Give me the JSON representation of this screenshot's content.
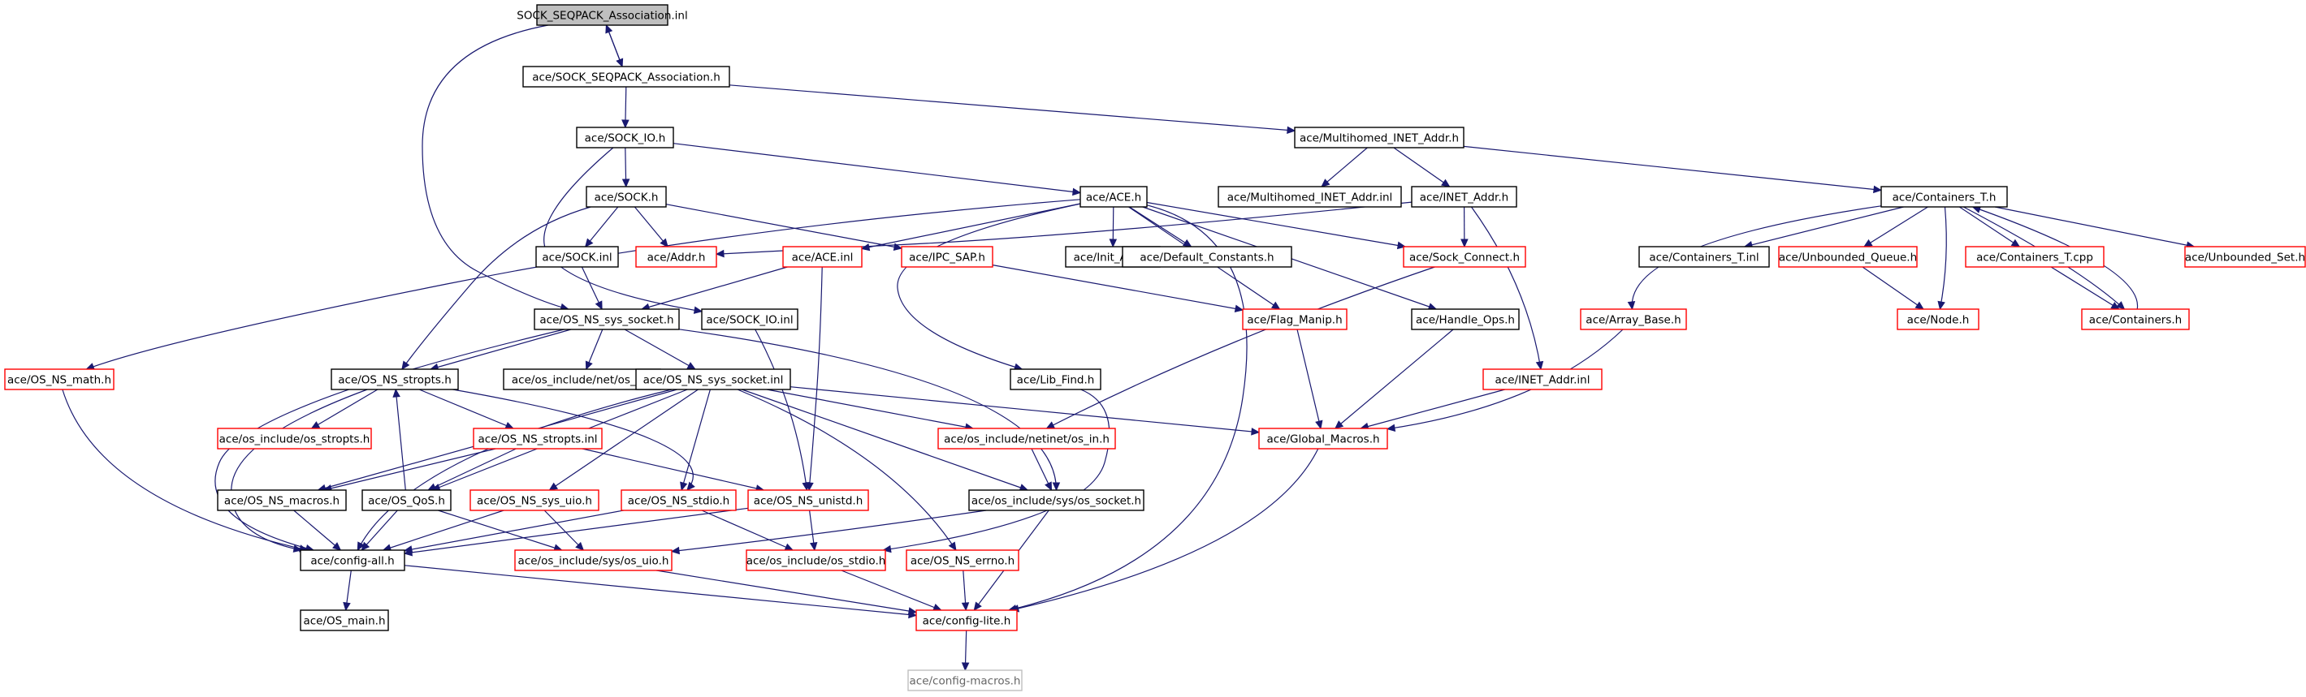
{
  "colors": {
    "edge": "#191970",
    "border_plain": "#000000",
    "border_missing": "#ff0000",
    "root_fill": "#bfbfbf",
    "faded_border": "#bfbfbf"
  },
  "nodes": [
    {
      "id": "root",
      "label": "SOCK_SEQPACK_Association.inl",
      "style": "root"
    },
    {
      "id": "assoc_h",
      "label": "ace/SOCK_SEQPACK_Association.h",
      "style": "plain"
    },
    {
      "id": "sock_io_h",
      "label": "ace/SOCK_IO.h",
      "style": "plain"
    },
    {
      "id": "mh_inet_h",
      "label": "ace/Multihomed_INET_Addr.h",
      "style": "plain"
    },
    {
      "id": "sock_h",
      "label": "ace/SOCK.h",
      "style": "plain"
    },
    {
      "id": "ace_h",
      "label": "ace/ACE.h",
      "style": "plain"
    },
    {
      "id": "mh_inet_inl",
      "label": "ace/Multihomed_INET_Addr.inl",
      "style": "plain"
    },
    {
      "id": "inet_h",
      "label": "ace/INET_Addr.h",
      "style": "plain"
    },
    {
      "id": "containers_t_h",
      "label": "ace/Containers_T.h",
      "style": "plain"
    },
    {
      "id": "sock_inl",
      "label": "ace/SOCK.inl",
      "style": "plain"
    },
    {
      "id": "addr_h",
      "label": "ace/Addr.h",
      "style": "missing"
    },
    {
      "id": "ace_inl",
      "label": "ace/ACE.inl",
      "style": "missing"
    },
    {
      "id": "ipc_sap_h",
      "label": "ace/IPC_SAP.h",
      "style": "missing"
    },
    {
      "id": "init_ace_h",
      "label": "ace/Init_ACE.h",
      "style": "plain"
    },
    {
      "id": "default_constants_h",
      "label": "ace/Default_Constants.h",
      "style": "plain"
    },
    {
      "id": "sock_connect_h",
      "label": "ace/Sock_Connect.h",
      "style": "missing"
    },
    {
      "id": "containers_t_inl",
      "label": "ace/Containers_T.inl",
      "style": "plain"
    },
    {
      "id": "unbounded_queue_h",
      "label": "ace/Unbounded_Queue.h",
      "style": "missing"
    },
    {
      "id": "containers_t_cpp",
      "label": "ace/Containers_T.cpp",
      "style": "missing"
    },
    {
      "id": "unbounded_set_h",
      "label": "ace/Unbounded_Set.h",
      "style": "missing"
    },
    {
      "id": "os_ns_sys_socket_h",
      "label": "ace/OS_NS_sys_socket.h",
      "style": "plain"
    },
    {
      "id": "sock_io_inl",
      "label": "ace/SOCK_IO.inl",
      "style": "plain"
    },
    {
      "id": "flag_manip_h",
      "label": "ace/Flag_Manip.h",
      "style": "missing"
    },
    {
      "id": "handle_ops_h",
      "label": "ace/Handle_Ops.h",
      "style": "plain"
    },
    {
      "id": "array_base_h",
      "label": "ace/Array_Base.h",
      "style": "missing"
    },
    {
      "id": "node_h",
      "label": "ace/Node.h",
      "style": "missing"
    },
    {
      "id": "containers_h",
      "label": "ace/Containers.h",
      "style": "missing"
    },
    {
      "id": "os_ns_math_h",
      "label": "ace/OS_NS_math.h",
      "style": "missing"
    },
    {
      "id": "os_ns_stropts_h",
      "label": "ace/OS_NS_stropts.h",
      "style": "plain"
    },
    {
      "id": "os_if_h",
      "label": "ace/os_include/net/os_if.h",
      "style": "plain"
    },
    {
      "id": "os_ns_sys_socket_inl",
      "label": "ace/OS_NS_sys_socket.inl",
      "style": "plain"
    },
    {
      "id": "lib_find_h",
      "label": "ace/Lib_Find.h",
      "style": "plain"
    },
    {
      "id": "inet_addr_inl",
      "label": "ace/INET_Addr.inl",
      "style": "missing"
    },
    {
      "id": "os_stropts_h",
      "label": "ace/os_include/os_stropts.h",
      "style": "missing"
    },
    {
      "id": "os_ns_stropts_inl",
      "label": "ace/OS_NS_stropts.inl",
      "style": "missing"
    },
    {
      "id": "os_in_h",
      "label": "ace/os_include/netinet/os_in.h",
      "style": "missing"
    },
    {
      "id": "global_macros_h",
      "label": "ace/Global_Macros.h",
      "style": "missing"
    },
    {
      "id": "os_ns_macros_h",
      "label": "ace/OS_NS_macros.h",
      "style": "plain"
    },
    {
      "id": "os_qos_h",
      "label": "ace/OS_QoS.h",
      "style": "plain"
    },
    {
      "id": "os_ns_sys_uio_h",
      "label": "ace/OS_NS_sys_uio.h",
      "style": "missing"
    },
    {
      "id": "os_ns_stdio_h",
      "label": "ace/OS_NS_stdio.h",
      "style": "missing"
    },
    {
      "id": "os_ns_unistd_h",
      "label": "ace/OS_NS_unistd.h",
      "style": "missing"
    },
    {
      "id": "os_socket_h",
      "label": "ace/os_include/sys/os_socket.h",
      "style": "plain"
    },
    {
      "id": "config_all_h",
      "label": "ace/config-all.h",
      "style": "plain"
    },
    {
      "id": "os_uio_h",
      "label": "ace/os_include/sys/os_uio.h",
      "style": "missing"
    },
    {
      "id": "os_stdio_h",
      "label": "ace/os_include/os_stdio.h",
      "style": "missing"
    },
    {
      "id": "os_ns_errno_h",
      "label": "ace/OS_NS_errno.h",
      "style": "missing"
    },
    {
      "id": "os_main_h",
      "label": "ace/OS_main.h",
      "style": "plain"
    },
    {
      "id": "config_lite_h",
      "label": "ace/config-lite.h",
      "style": "missing"
    },
    {
      "id": "config_macros_h",
      "label": "ace/config-macros.h",
      "style": "faded"
    }
  ]
}
